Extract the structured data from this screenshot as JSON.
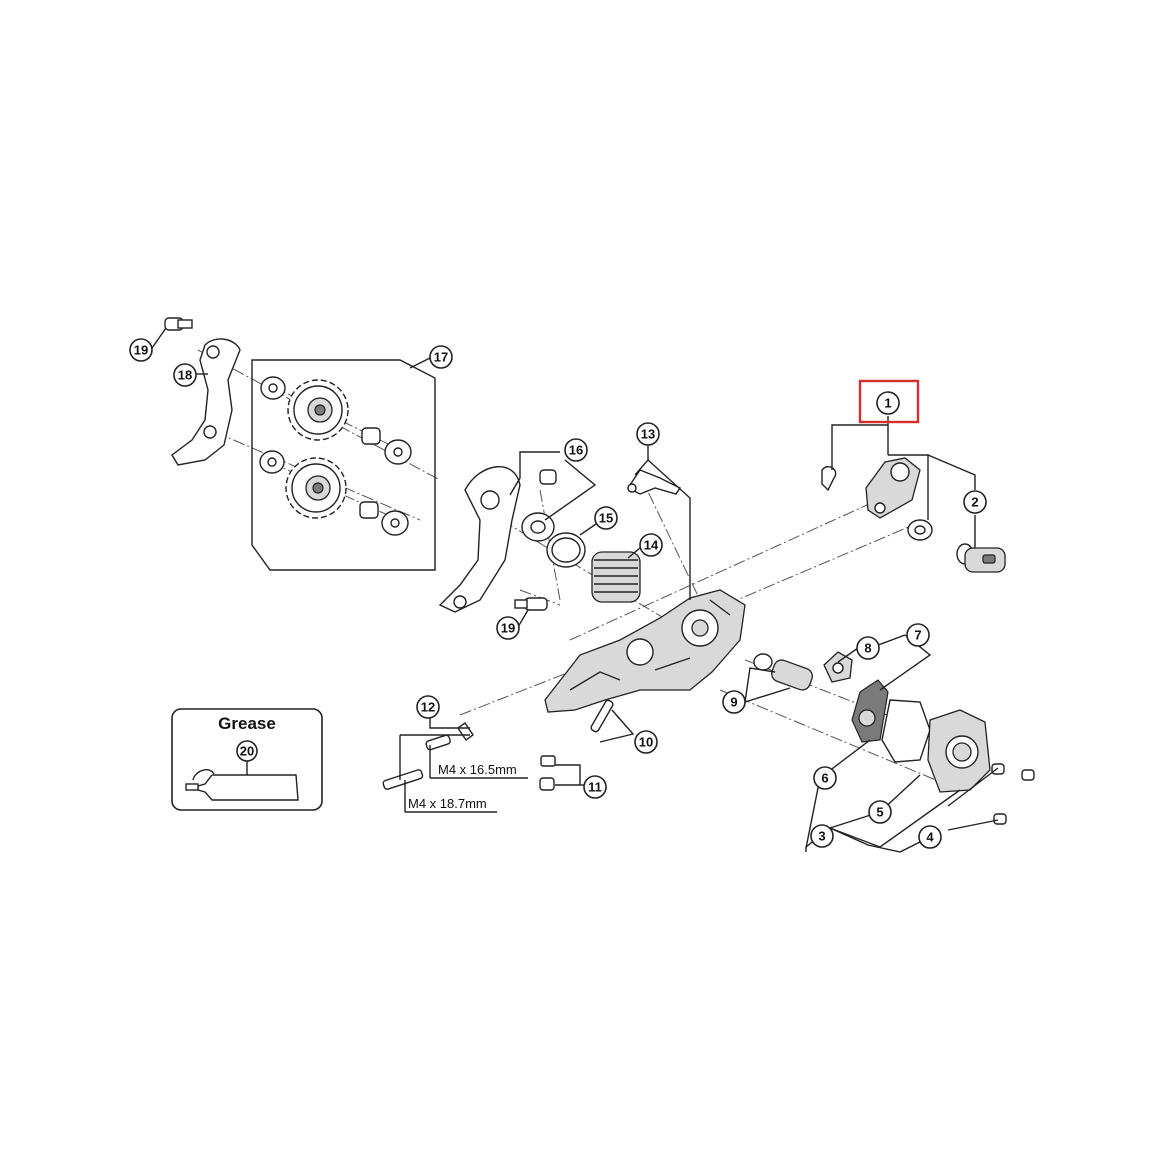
{
  "grease_box": {
    "title": "Grease",
    "item_number": "20"
  },
  "specs": [
    {
      "label": "M4 x 16.5mm"
    },
    {
      "label": "M4 x 18.7mm"
    }
  ],
  "callouts": [
    "1",
    "2",
    "3",
    "4",
    "5",
    "6",
    "7",
    "8",
    "9",
    "10",
    "11",
    "12",
    "13",
    "14",
    "15",
    "16",
    "17",
    "18",
    "19",
    "19"
  ],
  "highlight": {
    "color": "#d32f2f",
    "item": "1"
  }
}
